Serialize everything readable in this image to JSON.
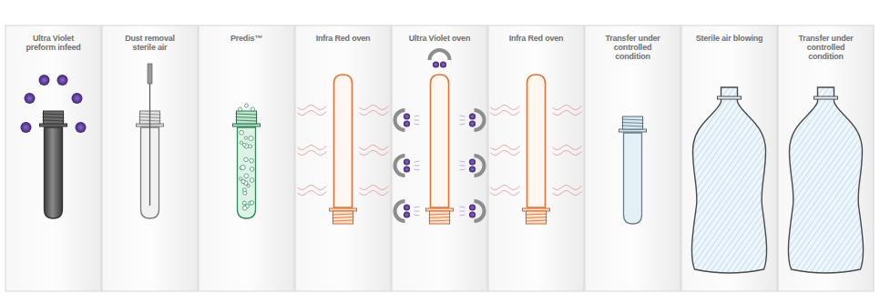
{
  "diagram": {
    "nodes": [
      {
        "text": [
          "Ultra Violet preform infeed"
        ]
      },
      {
        "text": [
          "Dust removal sterile air"
        ]
      },
      {
        "text": [
          "Predis™"
        ]
      },
      {
        "text": [
          "Infra Red oven"
        ]
      },
      {
        "text": [
          "Ultra Violet oven"
        ]
      },
      {
        "text": [
          "Infra Red oven"
        ]
      },
      {
        "text": [
          "Transfer under controlled condition"
        ]
      },
      {
        "text": [
          "Sterile air blowing"
        ]
      },
      {
        "text": [
          "Transfer under controlled condition"
        ]
      }
    ]
  }
}
